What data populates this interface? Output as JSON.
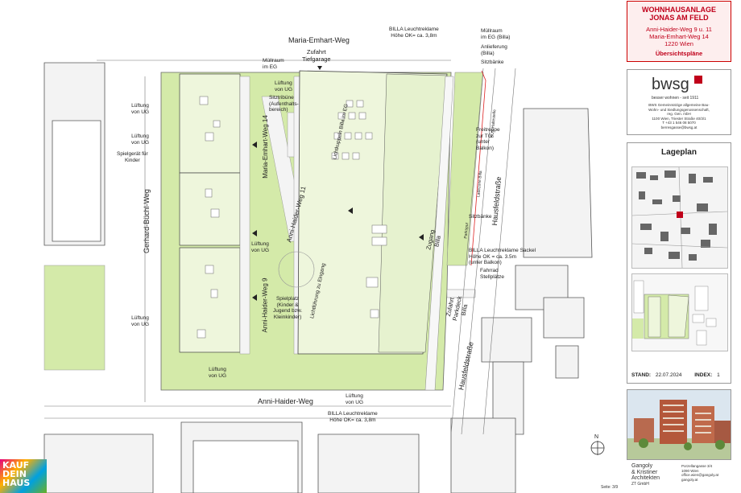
{
  "title_block": {
    "title_line1": "WOHNHAUSANLAGE",
    "title_line2": "JONAS AM FELD",
    "address_line1": "Anni-Haider-Weg 9 u. 11",
    "address_line2": "Maria-Emhart-Weg 14",
    "address_line3": "1220 Wien",
    "plan_type": "Übersichtspläne"
  },
  "developer": {
    "logo_text": "bwsg",
    "slogan": "besser wohnen - seit 1911",
    "description": "BWS Gemeinnützige allgemeine Bau-\nWohn- und Siedlungsgenossenschaft,\nreg. Gen. mbH\n1100 Wien, Triester Straße 40/3/1\nT +43 1 546 08 5070\nberresgasse@bwsg.at"
  },
  "lageplan": {
    "heading": "Lageplan",
    "stand_label": "STAND:",
    "stand_date": "22.07.2024",
    "index_label": "INDEX:",
    "index_value": "1"
  },
  "architect": {
    "name_line1": "Gangoly",
    "name_line2": "& Kristiner",
    "name_line3": "Architekten",
    "name_line4": "ZT GmbH",
    "address": "Porzellangasse 3/4\n1090 Wien\noffice.wien@gangoly.at\ngangoly.at",
    "page": "Seite: 3/9"
  },
  "watermark": {
    "line1": "KAUF",
    "line2": "DEIN",
    "line3": "HAUS"
  },
  "streets": {
    "maria_emhart": "Maria-Emhart-Weg",
    "anni_haider": "Anni-Haider-Weg",
    "gerhard_buechl": "Gerhard-Büchl-Weg",
    "hausfeld_1": "Hausfeldstraße",
    "hausfeld_2": "Hausfeldstraße",
    "anni_haider_11": "Anni-Haider-Weg 11",
    "maria_emhart_14": "Maria-Emhart-Weg 14",
    "anni_haider_9": "Anni-Haider-Weg 9"
  },
  "labels": {
    "zufahrt_tg": "Zufahrt\nTiefgarage",
    "muellraum_eg": "Müllraum\nim EG",
    "lueftung_ug_1": "Lüftung\nvon UG",
    "sitztribuene": "Sitztribüne\n(Aufenthalts-\nbereich)",
    "billa_leucht_top": "BILLA Leuchtreklame\nHöhe OK= ca. 3,8m",
    "muellraum_billa": "Müllraum\nim EG (Billa)",
    "anlieferung": "Anlieferung\n(Billa)",
    "sitzbaenke_1": "Sitzbänke",
    "lueftung_left_1": "Lüftung\nvon UG",
    "lueftung_left_2": "Lüftung\nvon UG",
    "spielgeraet": "Spielgerät für\nKinder",
    "freitreppe": "Freitreppe\nzur TG\n(unter\nBalkon)",
    "sitzbaenke_2": "Sitzbänke",
    "lichtkuppeln": "Lichtkuppeln Billa im EG",
    "lueftung_mid_1": "Lüftung\nvon UG",
    "zugang_billa": "Zugang\nBilla",
    "billa_leucht_sackel": "BILLA Leuchtreklame Sackel\nHöhe OK = ca. 3.5m\n(unter Balkon)",
    "fahrrad": "Fahrrad\nStellplätze",
    "spielplatz": "Spielplatz\n(Kinder &\nJugend bzw.\nKleinkinder)",
    "lichtfuehrung": "Lichtführung zu Eingang",
    "zufahrt_parkdeck": "Zufahrt\nParkdeck\nBilla",
    "lueftung_left_3": "Lüftung\nvon UG",
    "lueftung_bottom_1": "Lüftung\nvon UG",
    "lueftung_bottom_2": "Lüftung\nvon UG",
    "billa_leucht_bottom": "BILLA Leuchtreklame\nHöhe OK= ca. 3,8m",
    "bus_haltestelle": "BUS-Haltestelle",
    "ladezone": "Ladezone Billa",
    "parkspur": "Parkspur",
    "north": "N"
  },
  "colors": {
    "green_light": "#e6f2cf",
    "green_mid": "#d4eaa9",
    "green_roof": "#eef6dc",
    "accent_red": "#c0001a"
  }
}
